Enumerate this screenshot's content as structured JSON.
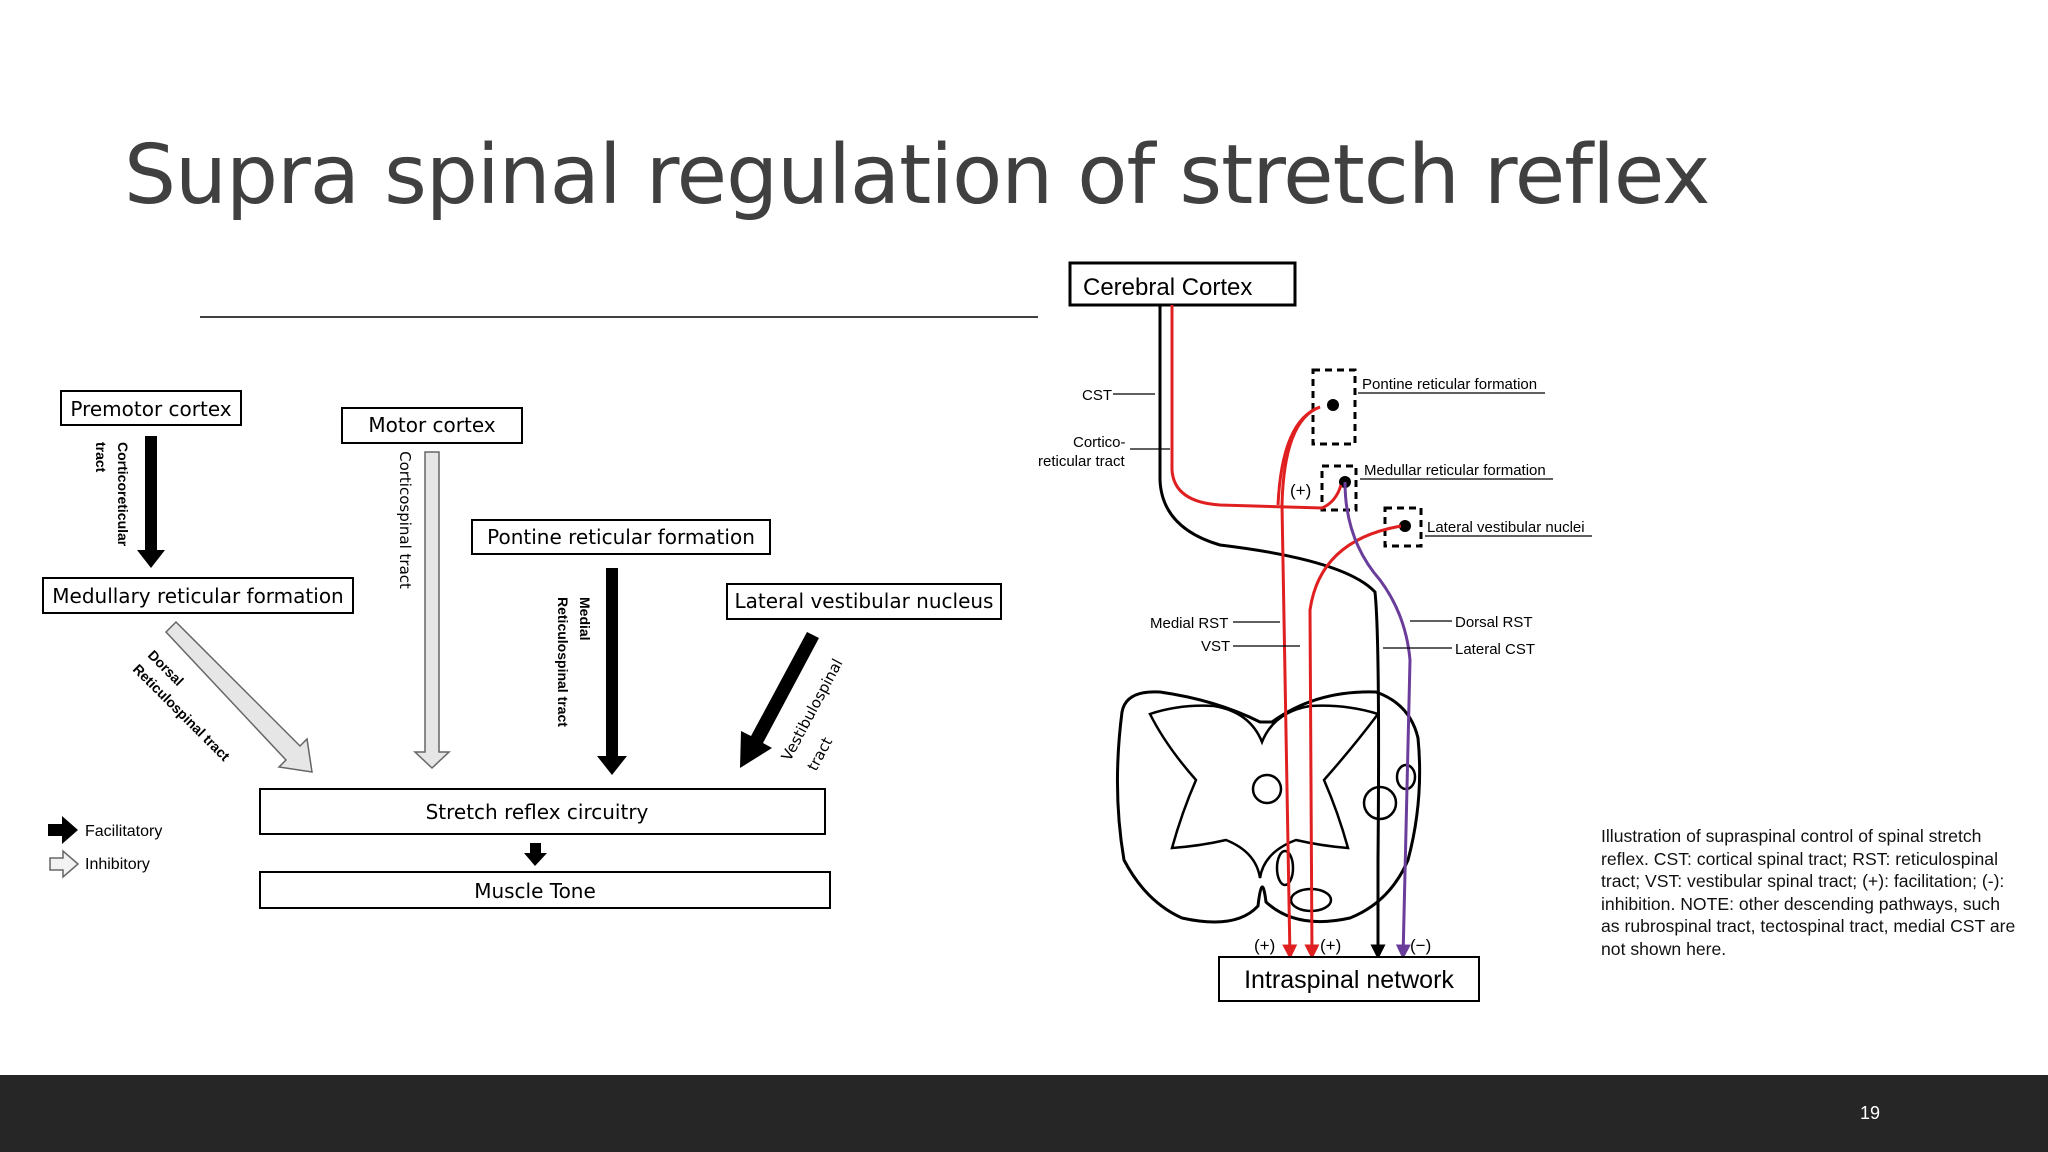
{
  "slide": {
    "title": "Supra spinal regulation of stretch reflex",
    "page_number": "19"
  },
  "left_diagram": {
    "boxes": {
      "premotor": "Premotor cortex",
      "motor": "Motor cortex",
      "medullary": "Medullary reticular formation",
      "pontine": "Pontine reticular formation",
      "lateral_vestibular": "Lateral vestibular nucleus",
      "stretch_reflex": "Stretch reflex circuitry",
      "muscle_tone": "Muscle Tone"
    },
    "tract_labels": {
      "corticoreticular_1": "Corticoreticular",
      "corticoreticular_2": "tract",
      "corticospinal": "Corticospinal tract",
      "medial_1": "Medial",
      "medial_2": "Reticulospinal tract",
      "dorsal_1": "Dorsal",
      "dorsal_2": "Reticulospinal tract",
      "vestibulospinal_1": "Vestibulospinal",
      "vestibulospinal_2": "tract"
    },
    "legend": {
      "facilitatory": "Facilitatory",
      "inhibitory": "Inhibitory"
    },
    "colors": {
      "black_arrow": "#000000",
      "white_arrow": "#e6e6e6"
    }
  },
  "right_diagram": {
    "cerebral_cortex": "Cerebral Cortex",
    "intraspinal_network": "Intraspinal network",
    "labels": {
      "cst": "CST",
      "cortico_reticular_1": "Cortico-",
      "cortico_reticular_2": "reticular tract",
      "pontine": "Pontine reticular formation",
      "medullar": "Medullar reticular formation",
      "lateral_vestibular": "Lateral vestibular nuclei",
      "medial_rst": "Medial RST",
      "vst": "VST",
      "dorsal_rst": "Dorsal RST",
      "lateral_cst": "Lateral CST",
      "plus_medullar": "(+)",
      "plus_1": "(+)",
      "plus_2": "(+)",
      "minus": "(−)"
    },
    "colors": {
      "red": "#e02020",
      "purple": "#6a3d9a",
      "black": "#000000"
    }
  },
  "caption": "Illustration of supraspinal control of spinal stretch reflex. CST: cortical spinal tract; RST: reticulospinal tract; VST: vestibular spinal tract; (+): facilitation; (-): inhibition. NOTE: other descending pathways, such as rubrospinal tract, tectospinal tract, medial CST are not shown here."
}
